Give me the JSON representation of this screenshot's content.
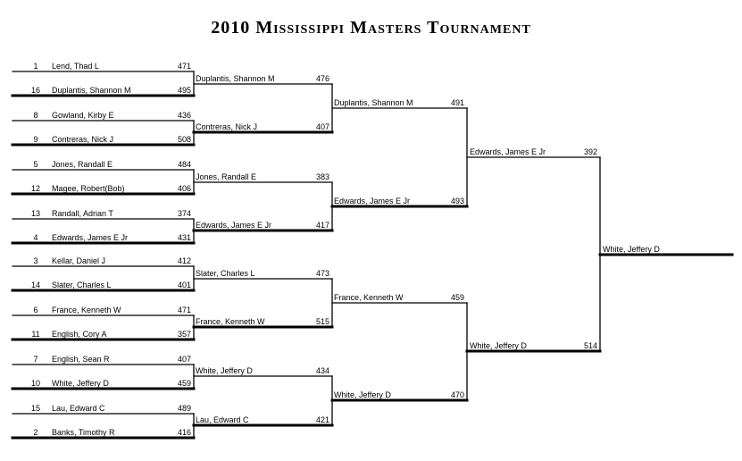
{
  "title": "2010 Mississippi Masters Tournament",
  "round1": [
    {
      "seed": "1",
      "name": "Lend, Thad L",
      "score": "471"
    },
    {
      "seed": "16",
      "name": "Duplantis, Shannon M",
      "score": "495"
    },
    {
      "seed": "8",
      "name": "Gowland, Kirby E",
      "score": "436"
    },
    {
      "seed": "9",
      "name": "Contreras, Nick J",
      "score": "508"
    },
    {
      "seed": "5",
      "name": "Jones, Randall E",
      "score": "484"
    },
    {
      "seed": "12",
      "name": "Magee, Robert(Bob)",
      "score": "406"
    },
    {
      "seed": "13",
      "name": "Randall, Adrian T",
      "score": "374"
    },
    {
      "seed": "4",
      "name": "Edwards, James E Jr",
      "score": "431"
    },
    {
      "seed": "3",
      "name": "Kellar, Daniel J",
      "score": "412"
    },
    {
      "seed": "14",
      "name": "Slater, Charles L",
      "score": "401"
    },
    {
      "seed": "6",
      "name": "France, Kenneth W",
      "score": "471"
    },
    {
      "seed": "11",
      "name": "English, Cory A",
      "score": "357"
    },
    {
      "seed": "7",
      "name": "English, Sean R",
      "score": "407"
    },
    {
      "seed": "10",
      "name": "White, Jeffery D",
      "score": "459"
    },
    {
      "seed": "15",
      "name": "Lau, Edward C",
      "score": "489"
    },
    {
      "seed": "2",
      "name": "Banks, Timothy R",
      "score": "416"
    }
  ],
  "round2": [
    {
      "name": "Duplantis, Shannon M",
      "score": "476"
    },
    {
      "name": "Contreras, Nick J",
      "score": "407"
    },
    {
      "name": "Jones, Randall E",
      "score": "383"
    },
    {
      "name": "Edwards, James E Jr",
      "score": "417"
    },
    {
      "name": "Slater, Charles L",
      "score": "473"
    },
    {
      "name": "France, Kenneth W",
      "score": "515"
    },
    {
      "name": "White, Jeffery D",
      "score": "434"
    },
    {
      "name": "Lau, Edward C",
      "score": "421"
    }
  ],
  "round3": [
    {
      "name": "Duplantis, Shannon M",
      "score": "491"
    },
    {
      "name": "Edwards, James E Jr",
      "score": "493"
    },
    {
      "name": "France, Kenneth W",
      "score": "459"
    },
    {
      "name": "White, Jeffery D",
      "score": "470"
    }
  ],
  "round4": [
    {
      "name": "Edwards, James E Jr",
      "score": "392"
    },
    {
      "name": "White, Jeffery D",
      "score": "514"
    }
  ],
  "champion": {
    "name": "White, Jeffery D"
  }
}
